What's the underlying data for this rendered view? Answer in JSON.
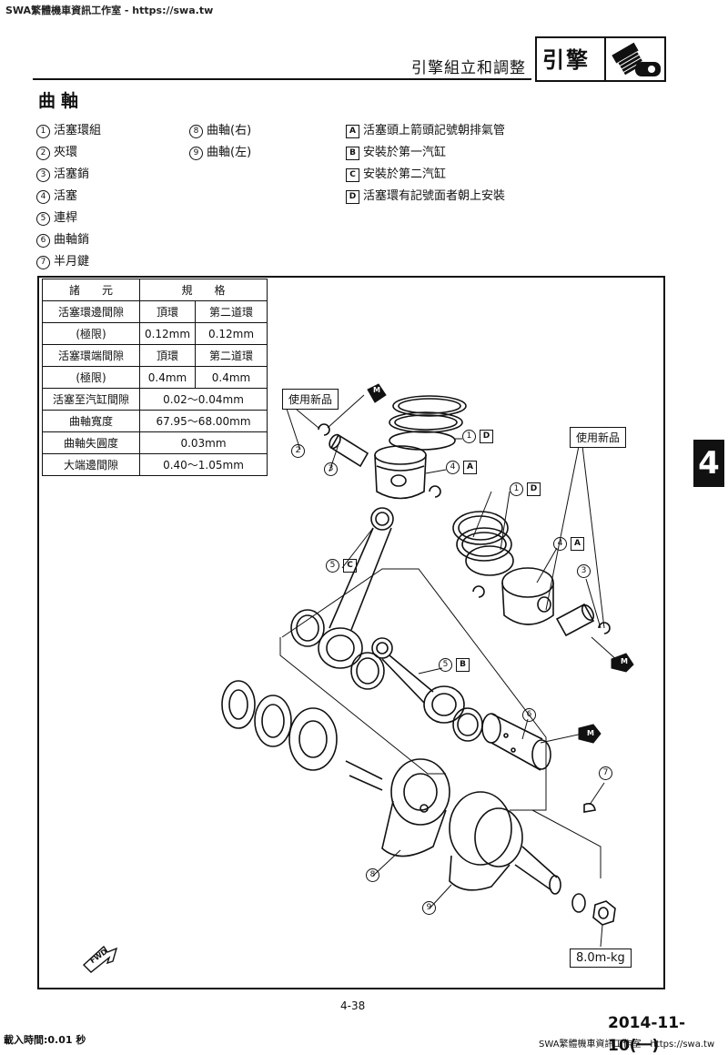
{
  "watermark_top": "SWA繁體機車資訊工作室 - https://swa.tw",
  "header": {
    "title": "引擎組立和調整",
    "section_label": "引擎"
  },
  "section_title": "曲軸",
  "legend_parts": [
    {
      "num": "1",
      "text": "活塞環組"
    },
    {
      "num": "2",
      "text": "夾環"
    },
    {
      "num": "3",
      "text": "活塞銷"
    },
    {
      "num": "4",
      "text": "活塞"
    },
    {
      "num": "5",
      "text": "連桿"
    },
    {
      "num": "6",
      "text": "曲軸銷"
    },
    {
      "num": "7",
      "text": "半月鍵"
    }
  ],
  "legend_parts2": [
    {
      "num": "8",
      "text": "曲軸(右)"
    },
    {
      "num": "9",
      "text": "曲軸(左)"
    }
  ],
  "legend_notes": [
    {
      "key": "A",
      "text": "活塞頭上箭頭記號朝排氣管"
    },
    {
      "key": "B",
      "text": "安裝於第一汽缸"
    },
    {
      "key": "C",
      "text": "安裝於第二汽缸"
    },
    {
      "key": "D",
      "text": "活塞環有記號面者朝上安裝"
    }
  ],
  "spec_table": {
    "head": [
      "諸　　元",
      "規　　格"
    ],
    "ring_side": {
      "label": "活塞環邊間隙",
      "limit": "(極限)",
      "cols": [
        "頂環",
        "第二道環"
      ],
      "vals": [
        "0.12mm",
        "0.12mm"
      ]
    },
    "ring_end": {
      "label": "活塞環端間隙",
      "limit": "(極限)",
      "cols": [
        "頂環",
        "第二道環"
      ],
      "vals": [
        "0.4mm",
        "0.4mm"
      ]
    },
    "rows": [
      {
        "label": "活塞至汽缸間隙",
        "value": "0.02～0.04mm"
      },
      {
        "label": "曲軸寬度",
        "value": "67.95～68.00mm"
      },
      {
        "label": "曲軸失圓度",
        "value": "0.03mm"
      },
      {
        "label": "大端邊間隙",
        "value": "0.40～1.05mm"
      }
    ]
  },
  "diagram": {
    "new_part_left": "使用新品",
    "new_part_right": "使用新品",
    "torque": "8.0m-kg",
    "fwd": "FWD",
    "oil_mark": "M",
    "callouts": {
      "c1a": "1",
      "c1a_key": "D",
      "c2": "2",
      "c3a": "3",
      "c4a": "4",
      "c4a_key": "A",
      "c5c": "5",
      "c5c_key": "C",
      "c1b": "1",
      "c1b_key": "D",
      "c4b": "4",
      "c4b_key": "A",
      "c3b": "3",
      "c5b": "5",
      "c5b_key": "B",
      "c6": "6",
      "c7": "7",
      "c8": "8",
      "c9": "9"
    }
  },
  "side_tab": "4",
  "page_number": "4-38",
  "date": "2014-11-10(一)",
  "watermark_bottom_left": "載入時間:0.01 秒",
  "watermark_bottom_right": "SWA繁體機車資訊工作室 - https://swa.tw"
}
